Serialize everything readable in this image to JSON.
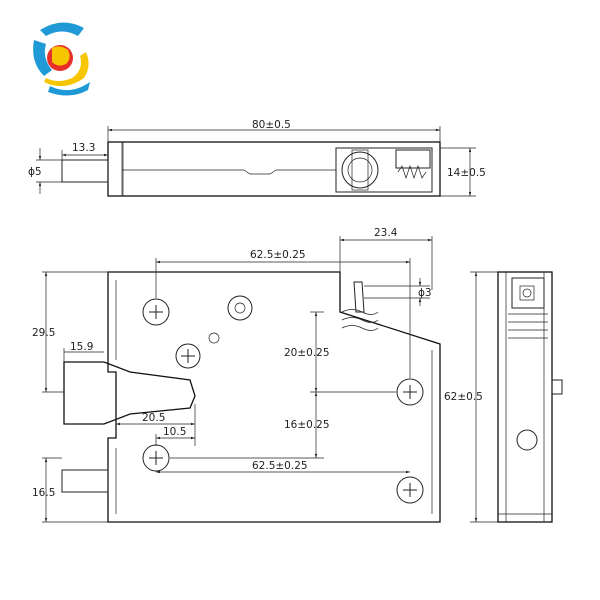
{
  "logo": {
    "name": "company-logo",
    "colors": {
      "red": "#e8302a",
      "yellow": "#f7c600",
      "blue": "#1f9ad6"
    }
  },
  "top_view": {
    "length": "80±0.5",
    "pin_length": "13.3",
    "pin_dia": "ϕ5",
    "height": "14±0.5"
  },
  "front_view": {
    "bolt_offset": "23.4",
    "hole_span_top": "62.5±0.25",
    "pin_dia": "ϕ3",
    "height_left": "29.5",
    "latch_width": "15.9",
    "latch_length": "20.5",
    "latch_step": "10.5",
    "hole_span_bottom": "62.5±0.25",
    "hole_v1": "20±0.25",
    "hole_v2": "16±0.25",
    "pin_height": "16.5"
  },
  "side_view": {
    "height": "62±0.5"
  }
}
